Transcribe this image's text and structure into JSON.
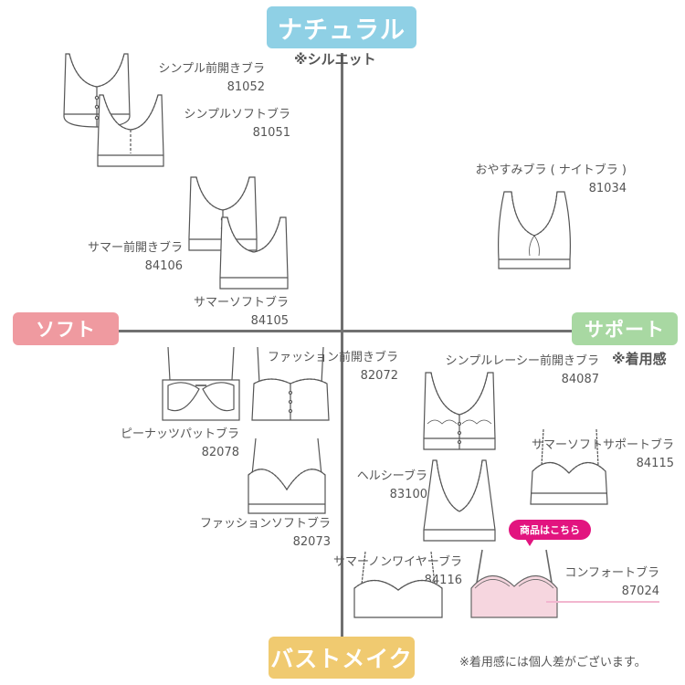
{
  "axes": {
    "top": "ナチュラル",
    "top_note": "※シルエット",
    "left": "ソフト",
    "right": "サポート",
    "right_note": "※着用感",
    "bottom": "バストメイク"
  },
  "footnote": "※着用感には個人差がございます。",
  "colors": {
    "natural": "#8fd0e5",
    "soft": "#ef9aa0",
    "support": "#a8d8a2",
    "bust_make": "#f0ca70",
    "badge": "#e2147f",
    "comfort_fill": "#f6d6df"
  },
  "products": [
    {
      "name": "シンプル前開きブラ",
      "code": "81052"
    },
    {
      "name": "シンプルソフトブラ",
      "code": "81051"
    },
    {
      "name": "おやすみブラ ( ナイトブラ )",
      "code": "81034"
    },
    {
      "name": "サマー前開きブラ",
      "code": "84106"
    },
    {
      "name": "サマーソフトブラ",
      "code": "84105"
    },
    {
      "name": "ファッション前開きブラ",
      "code": "82072"
    },
    {
      "name": "シンプルレーシー前開きブラ",
      "code": "84087"
    },
    {
      "name": "ピーナッツパットブラ",
      "code": "82078"
    },
    {
      "name": "サマーソフトサポートブラ",
      "code": "84115"
    },
    {
      "name": "ヘルシーブラ",
      "code": "83100"
    },
    {
      "name": "ファッションソフトブラ",
      "code": "82073"
    },
    {
      "name": "サマーノンワイヤーブラ",
      "code": "84116"
    },
    {
      "name": "コンフォートブラ",
      "code": "87024"
    }
  ],
  "badge": "商品はこちら"
}
